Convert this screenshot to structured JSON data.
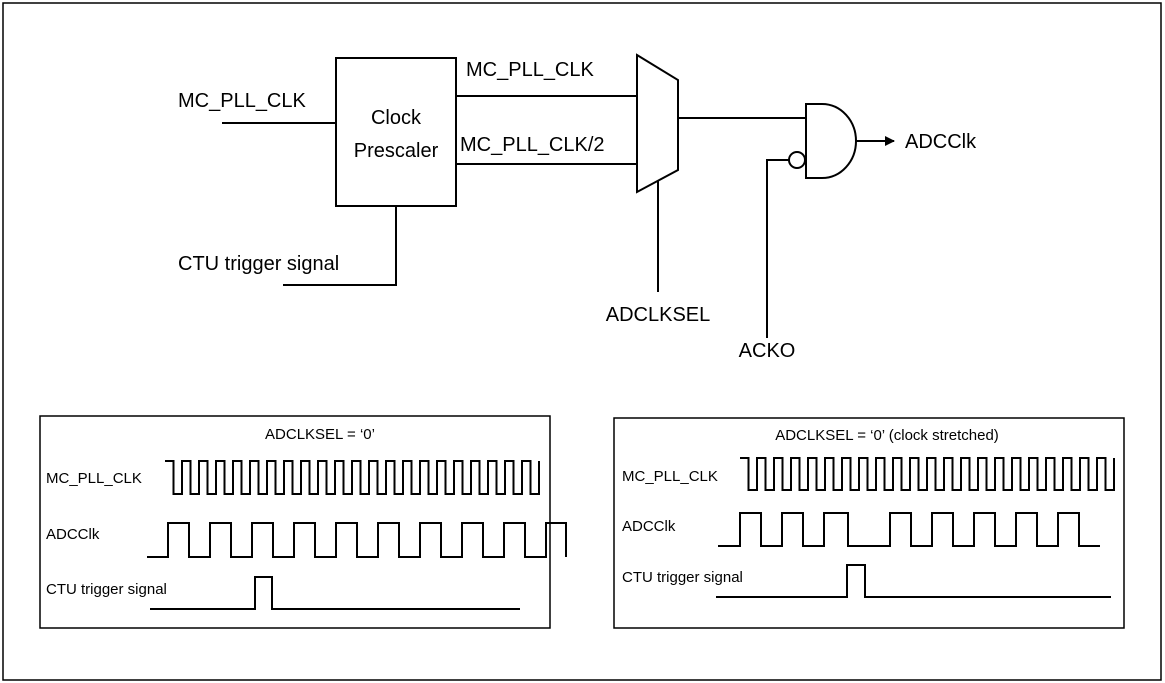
{
  "block_diagram": {
    "input_clock_label": "MC_PLL_CLK",
    "prescaler_label_line1": "Clock",
    "prescaler_label_line2": "Prescaler",
    "mux_in_top_label": "MC_PLL_CLK",
    "mux_in_bottom_label": "MC_PLL_CLK/2",
    "trigger_label": "CTU trigger signal",
    "select_label": "ADCLKSEL",
    "gate_control_label": "ACKO",
    "output_label": "ADCClk"
  },
  "timing_left": {
    "title": "ADCLKSEL = ‘0’",
    "signals": [
      {
        "name": "MC_PLL_CLK"
      },
      {
        "name": "ADCClk"
      },
      {
        "name": "CTU trigger signal"
      }
    ]
  },
  "timing_right": {
    "title": "ADCLKSEL = ‘0’ (clock stretched)",
    "signals": [
      {
        "name": "MC_PLL_CLK"
      },
      {
        "name": "ADCClk"
      },
      {
        "name": "CTU trigger signal"
      }
    ]
  }
}
